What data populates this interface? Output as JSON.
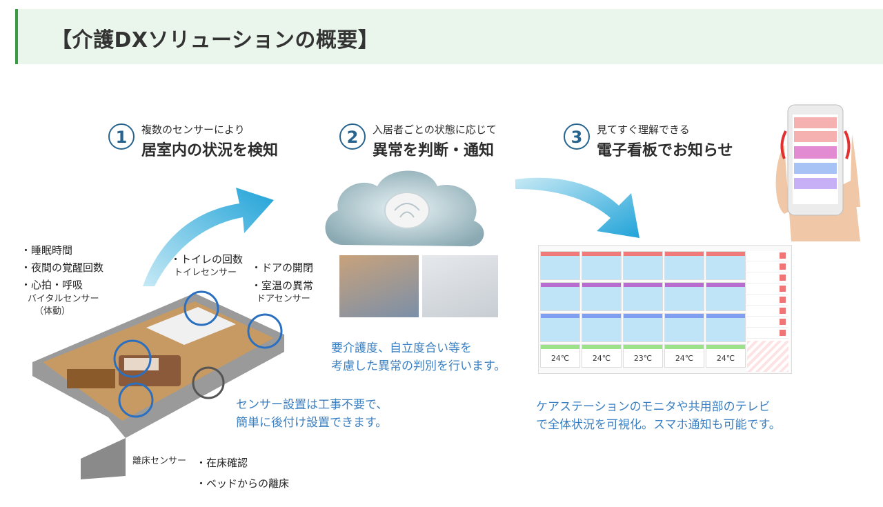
{
  "header": {
    "title": "【介護DXソリューションの概要】"
  },
  "steps": [
    {
      "num": "1",
      "small": "複数のセンサーにより",
      "big": "居室内の状況を検知"
    },
    {
      "num": "2",
      "small": "入居者ごとの状態に応じて",
      "big": "異常を判断・通知"
    },
    {
      "num": "3",
      "small": "見てすぐ理解できる",
      "big": "電子看板でお知らせ"
    }
  ],
  "sensors": {
    "vital": {
      "items": [
        "・睡眠時間",
        "・夜間の覚醒回数",
        "・心拍・呼吸"
      ],
      "sensor": "バイタルセンサー",
      "note": "（体動）"
    },
    "toilet": {
      "item": "・トイレの回数",
      "sensor": "トイレセンサー"
    },
    "door": {
      "items": [
        "・ドアの開閉",
        "・室温の異常"
      ],
      "sensor": "ドアセンサー"
    },
    "bed": {
      "sensor": "離床センサー",
      "items": [
        "・在床確認",
        "・ベッドからの離床"
      ]
    }
  },
  "captions": {
    "install": [
      "センサー設置は工事不要で、",
      "簡単に後付け設置できます。"
    ],
    "judge": [
      "要介護度、自立度合い等を",
      "考慮した異常の判別を行います。"
    ],
    "display": [
      "ケアステーションのモニタや共用部のテレビ",
      "で全体状況を可視化。スマホ通知も可能です。"
    ]
  },
  "dashboard": {
    "temps": [
      "24℃",
      "24℃",
      "23℃",
      "24℃",
      "24℃"
    ]
  },
  "colors": {
    "accent_green": "#3a9a45",
    "header_bg": "#eaf6ec",
    "text_blue": "#3a7fc1",
    "arrow_blue": "#2aa6d8"
  }
}
